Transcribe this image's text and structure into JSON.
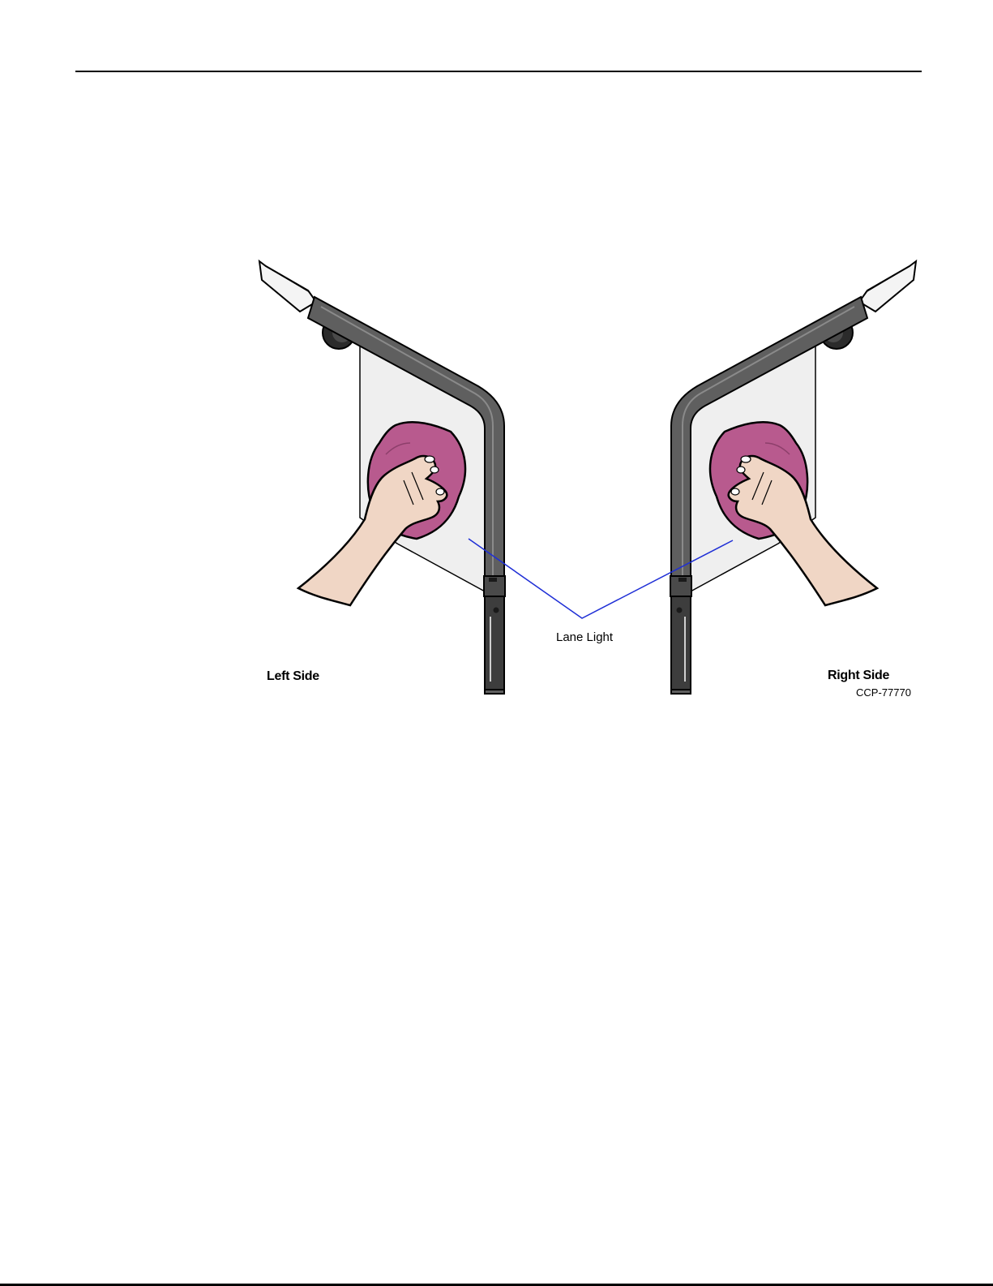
{
  "figure": {
    "callout": "Lane Light",
    "left_label": "Left Side",
    "right_label": "Right Side",
    "code": "CCP-77770"
  },
  "colors": {
    "cloth": "#b85a8e",
    "skin": "#f0d6c5",
    "pole": "#5f5f5f",
    "panel": "#efefef",
    "callout_line": "#1f2fd6"
  },
  "icons": [
    "hand-icon",
    "cloth-icon",
    "lane-light-icon"
  ]
}
